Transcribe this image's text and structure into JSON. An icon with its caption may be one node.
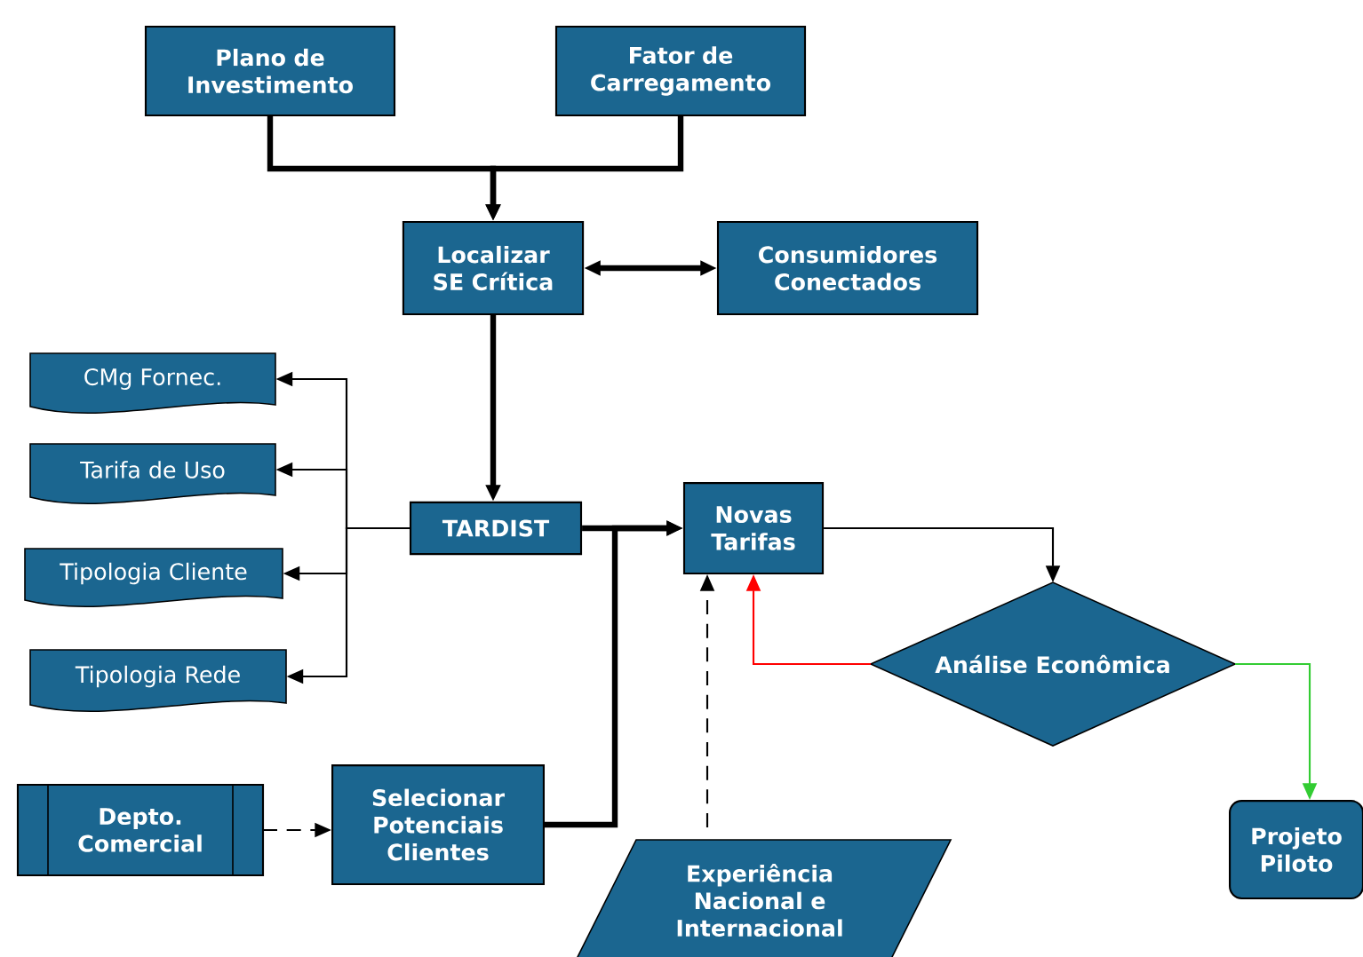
{
  "diagram": {
    "nodes": [
      {
        "text": [
          "Plano de Investimento"
        ]
      },
      {
        "text": [
          "Fator de Carregamento"
        ]
      },
      {
        "text": [
          "Localizar SE Crítica"
        ]
      },
      {
        "text": [
          "Consumidores Conectados"
        ]
      },
      {
        "text": [
          "CMg Fornec."
        ]
      },
      {
        "text": [
          "Tarifa de Uso"
        ]
      },
      {
        "text": [
          "Tipologia Cliente"
        ]
      },
      {
        "text": [
          "Tipologia Rede"
        ]
      },
      {
        "text": [
          "TARDIST"
        ]
      },
      {
        "text": [
          "Novas Tarifas"
        ]
      },
      {
        "text": [
          "Análise Econômica"
        ]
      },
      {
        "text": [
          "Depto. Comercial"
        ]
      },
      {
        "text": [
          "Selecionar Potenciais Clientes"
        ]
      },
      {
        "text": [
          "Experiência Nacional e Internacional"
        ]
      },
      {
        "text": [
          "Projeto Piloto"
        ]
      }
    ],
    "edges": [
      {
        "from": 0,
        "to": 2,
        "arrow": "to",
        "style": "thick"
      },
      {
        "from": 1,
        "to": 2,
        "arrow": "to",
        "style": "thick"
      },
      {
        "from": 2,
        "to": 3,
        "arrow": "both",
        "style": "thick"
      },
      {
        "from": 2,
        "to": 8,
        "arrow": "to",
        "style": "thick"
      },
      {
        "from": 8,
        "to": 4,
        "arrow": "to"
      },
      {
        "from": 8,
        "to": 5,
        "arrow": "to"
      },
      {
        "from": 8,
        "to": 6,
        "arrow": "to"
      },
      {
        "from": 8,
        "to": 7,
        "arrow": "to"
      },
      {
        "from": 8,
        "to": 9,
        "arrow": "to",
        "style": "thick"
      },
      {
        "from": 12,
        "to": 9,
        "arrow": "to",
        "style": "thick"
      },
      {
        "from": 11,
        "to": 12,
        "arrow": "to",
        "style": "dashed"
      },
      {
        "from": 13,
        "to": 9,
        "arrow": "to",
        "style": "dashed"
      },
      {
        "from": 9,
        "to": 10,
        "arrow": "to"
      },
      {
        "from": 10,
        "to": 9,
        "arrow": "to",
        "color": "#ff0000"
      },
      {
        "from": 10,
        "to": 14,
        "arrow": "to",
        "color": "#33cc33"
      }
    ]
  }
}
